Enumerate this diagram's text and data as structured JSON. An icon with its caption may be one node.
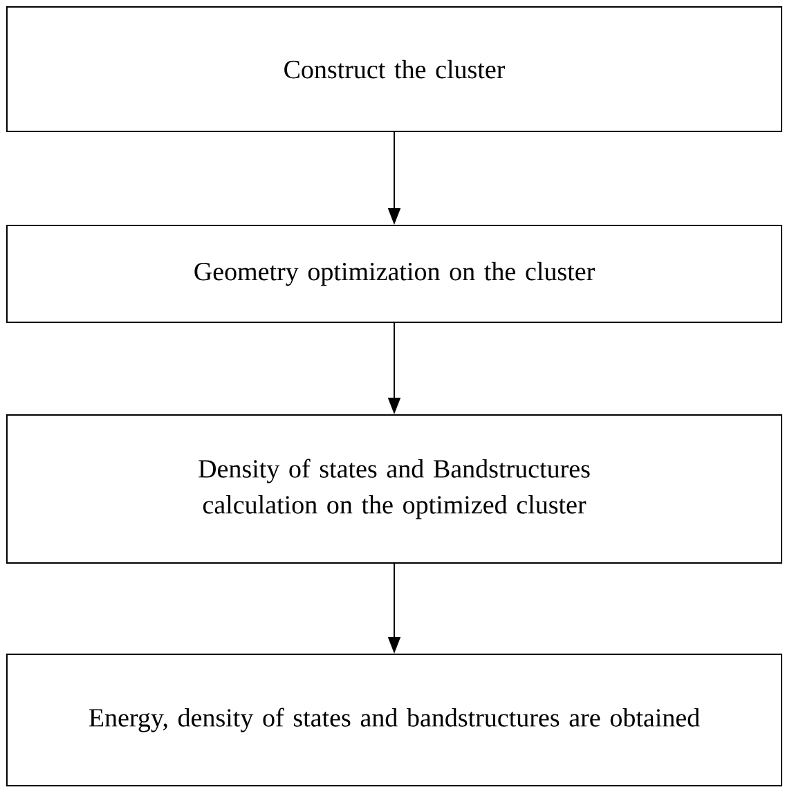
{
  "diagram": {
    "nodes": [
      {
        "text": [
          "Construct the cluster"
        ]
      },
      {
        "text": [
          "Geometry optimization on the cluster"
        ]
      },
      {
        "text": [
          "Density of states and Bandstructures calculation on the optimized cluster"
        ]
      },
      {
        "text": [
          "Energy, density of states and bandstructures are obtained"
        ]
      }
    ],
    "edges": [
      {
        "from": 0,
        "to": 1,
        "arrow": "to"
      },
      {
        "from": 1,
        "to": 2,
        "arrow": "to"
      },
      {
        "from": 2,
        "to": 3,
        "arrow": "to"
      }
    ]
  }
}
